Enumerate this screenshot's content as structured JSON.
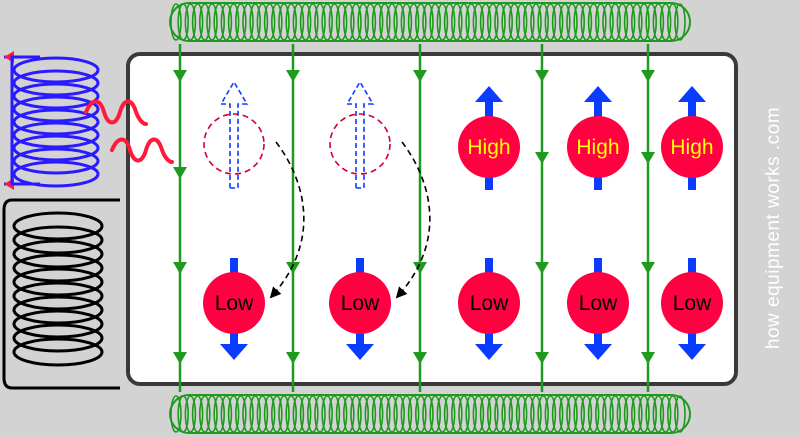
{
  "labels": {
    "high": "High",
    "low": "Low"
  },
  "watermark": "how equipment works .com",
  "colors": {
    "background": "#d3d3d3",
    "chamber_fill": "#ffffff",
    "chamber_stroke": "#3a3a3a",
    "field_line": "#1e9a1e",
    "magnet_coil": "#1e9a1e",
    "rf_coil": "#2a1aff",
    "receive_coil": "#000000",
    "rf_wave": "#ff1a3c",
    "particle": "#ff0040",
    "spin_arrow": "#0a3cff",
    "high_text": "#ffff00",
    "low_text": "#000000"
  },
  "particles": {
    "high": [
      {
        "state": "excited",
        "label": "High"
      },
      {
        "state": "excited",
        "label": "High"
      },
      {
        "state": "excited",
        "label": "High"
      }
    ],
    "ghost": [
      {
        "state": "flipping"
      },
      {
        "state": "flipping"
      }
    ],
    "low": [
      {
        "state": "relaxed",
        "label": "Low"
      },
      {
        "state": "relaxed",
        "label": "Low"
      },
      {
        "state": "relaxed",
        "label": "Low"
      },
      {
        "state": "relaxed",
        "label": "Low"
      },
      {
        "state": "relaxed",
        "label": "Low"
      }
    ]
  }
}
